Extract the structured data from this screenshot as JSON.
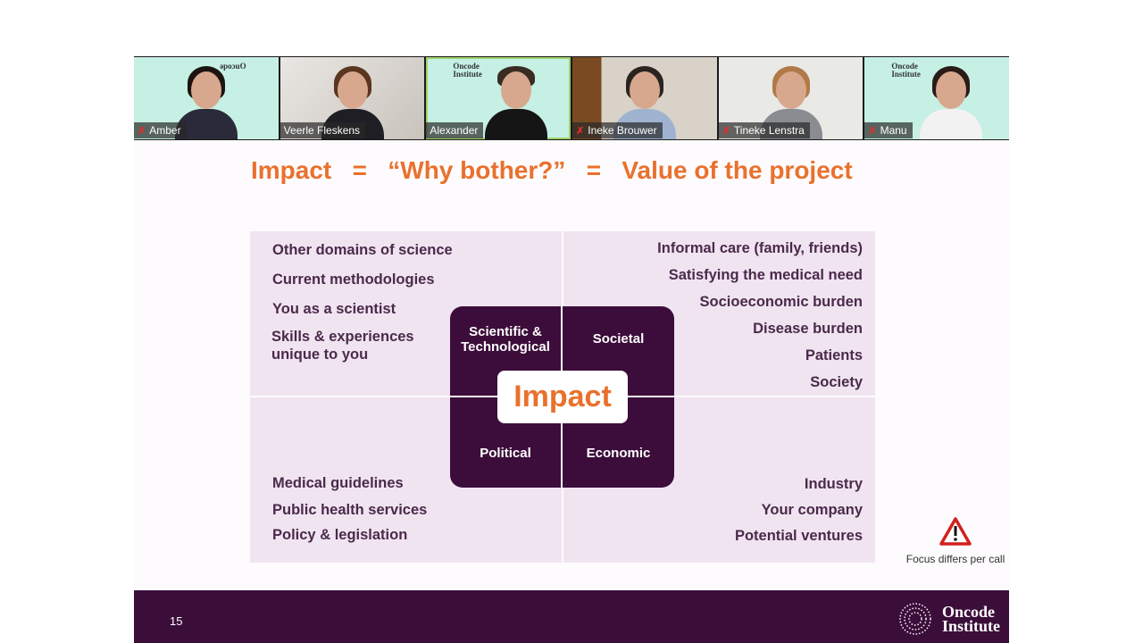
{
  "participants": [
    {
      "name": "Amber",
      "muted": true
    },
    {
      "name": "Veerle Fleskens",
      "muted": false
    },
    {
      "name": "Alexander",
      "muted": false,
      "active_speaker": true
    },
    {
      "name": "Ineke Brouwer",
      "muted": true
    },
    {
      "name": "Tineke Lenstra",
      "muted": true
    },
    {
      "name": "Manu",
      "muted": true
    }
  ],
  "slide": {
    "title": "Impact   =   “Why bother?”   =   Value of the project",
    "top_left": [
      "Other domains of science",
      "Current methodologies",
      "You as a scientist",
      "Skills & experiences\nunique to you"
    ],
    "top_right": [
      "Informal care (family, friends)",
      "Satisfying the medical need",
      "Socioeconomic burden",
      "Disease burden",
      "Patients",
      "Society"
    ],
    "bottom_left": [
      "Medical guidelines",
      "Public health services",
      "Policy & legislation"
    ],
    "bottom_right": [
      "Industry",
      "Your company",
      "Potential ventures"
    ],
    "center": {
      "tl": "Scientific &\nTechnological",
      "tr": "Societal",
      "bl": "Political",
      "br": "Economic",
      "impact": "Impact"
    },
    "warning": "Focus differs per call",
    "page_number": "15",
    "logo": "Oncode\nInstitute"
  },
  "colors": {
    "accent": "#e9712d",
    "purple": "#3c0d3a",
    "quad": "#f1e4f1"
  }
}
